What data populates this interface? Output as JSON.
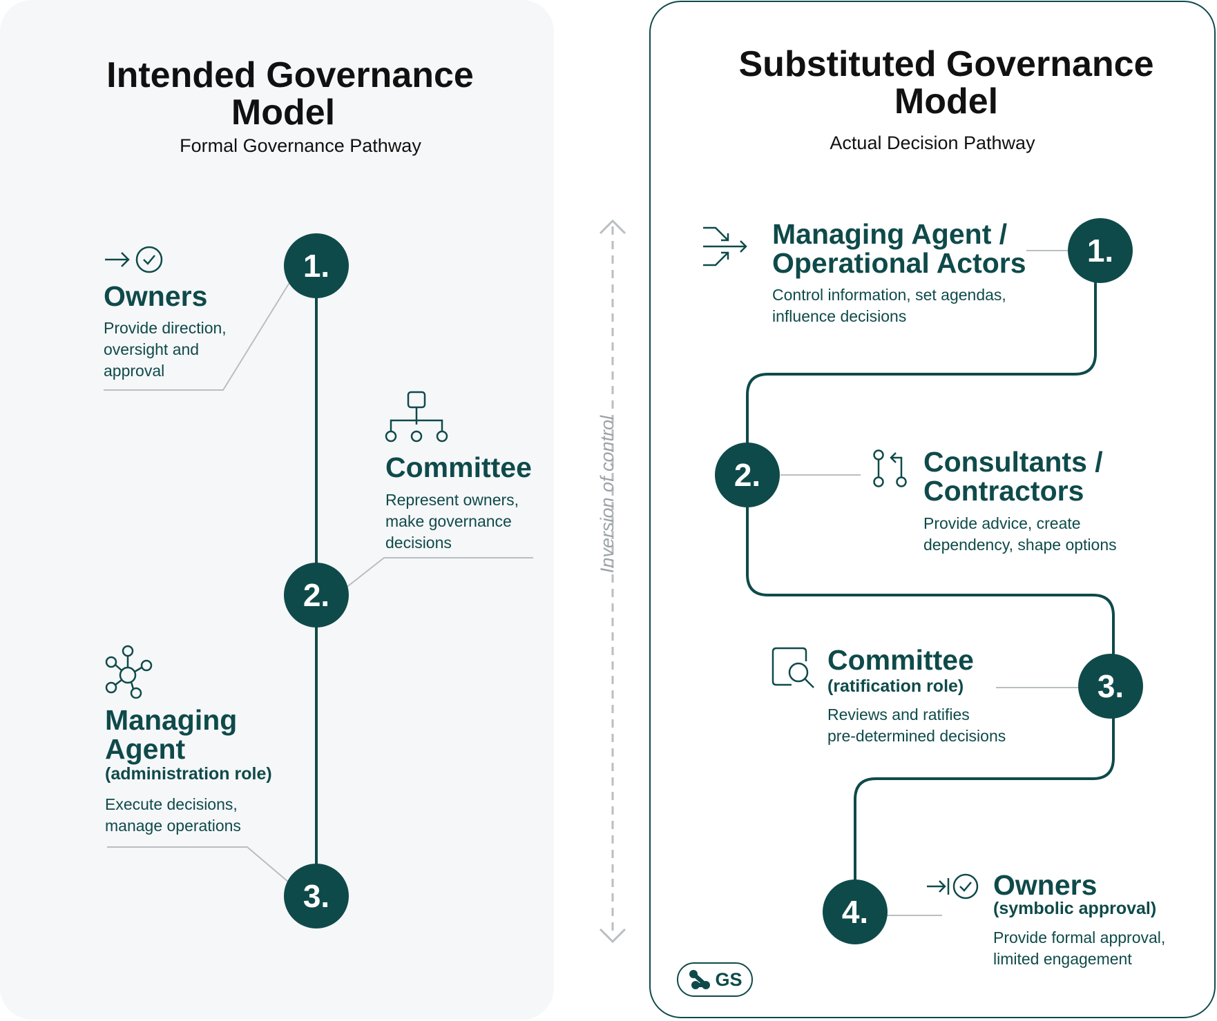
{
  "left": {
    "title_line1": "Intended Governance",
    "title_line2": "Model",
    "subtitle": "Formal Governance Pathway",
    "steps": [
      {
        "number": "1.",
        "heading": "Owners",
        "desc_line1": "Provide direction,",
        "desc_line2": "oversight and",
        "desc_line3": "approval",
        "icon": "arrow-check-icon"
      },
      {
        "number": "2.",
        "heading": "Committee",
        "desc_line1": "Represent owners,",
        "desc_line2": "make governance",
        "desc_line3": "decisions",
        "icon": "org-chart-icon"
      },
      {
        "number": "3.",
        "heading_line1": "Managing",
        "heading_line2": "Agent",
        "role": "(administration role)",
        "desc_line1": "Execute decisions,",
        "desc_line2": "manage operations",
        "icon": "network-hub-icon"
      }
    ]
  },
  "center": {
    "label": "Inversion of control"
  },
  "right": {
    "title_line1": "Substituted Governance",
    "title_line2": "Model",
    "subtitle": "Actual Decision Pathway",
    "steps": [
      {
        "number": "1.",
        "heading_line1": "Managing Agent /",
        "heading_line2": "Operational Actors",
        "desc_line1": "Control information, set agendas,",
        "desc_line2": "influence decisions",
        "icon": "merge-arrows-icon"
      },
      {
        "number": "2.",
        "heading_line1": "Consultants /",
        "heading_line2": "Contractors",
        "desc_line1": "Provide advice, create",
        "desc_line2": "dependency, shape options",
        "icon": "git-pull-request-icon"
      },
      {
        "number": "3.",
        "heading": "Committee",
        "role": "(ratification role)",
        "desc_line1": "Reviews and ratifies",
        "desc_line2": "pre-determined decisions",
        "icon": "document-search-icon"
      },
      {
        "number": "4.",
        "heading": "Owners",
        "role": "(symbolic approval)",
        "desc_line1": "Provide formal approval,",
        "desc_line2": "limited engagement",
        "icon": "arrow-check-icon"
      }
    ]
  },
  "logo": {
    "text": "GS"
  },
  "colors": {
    "primary": "#0f4a4a",
    "panel_bg": "#f6f7f9",
    "connector": "#b9bec2"
  }
}
